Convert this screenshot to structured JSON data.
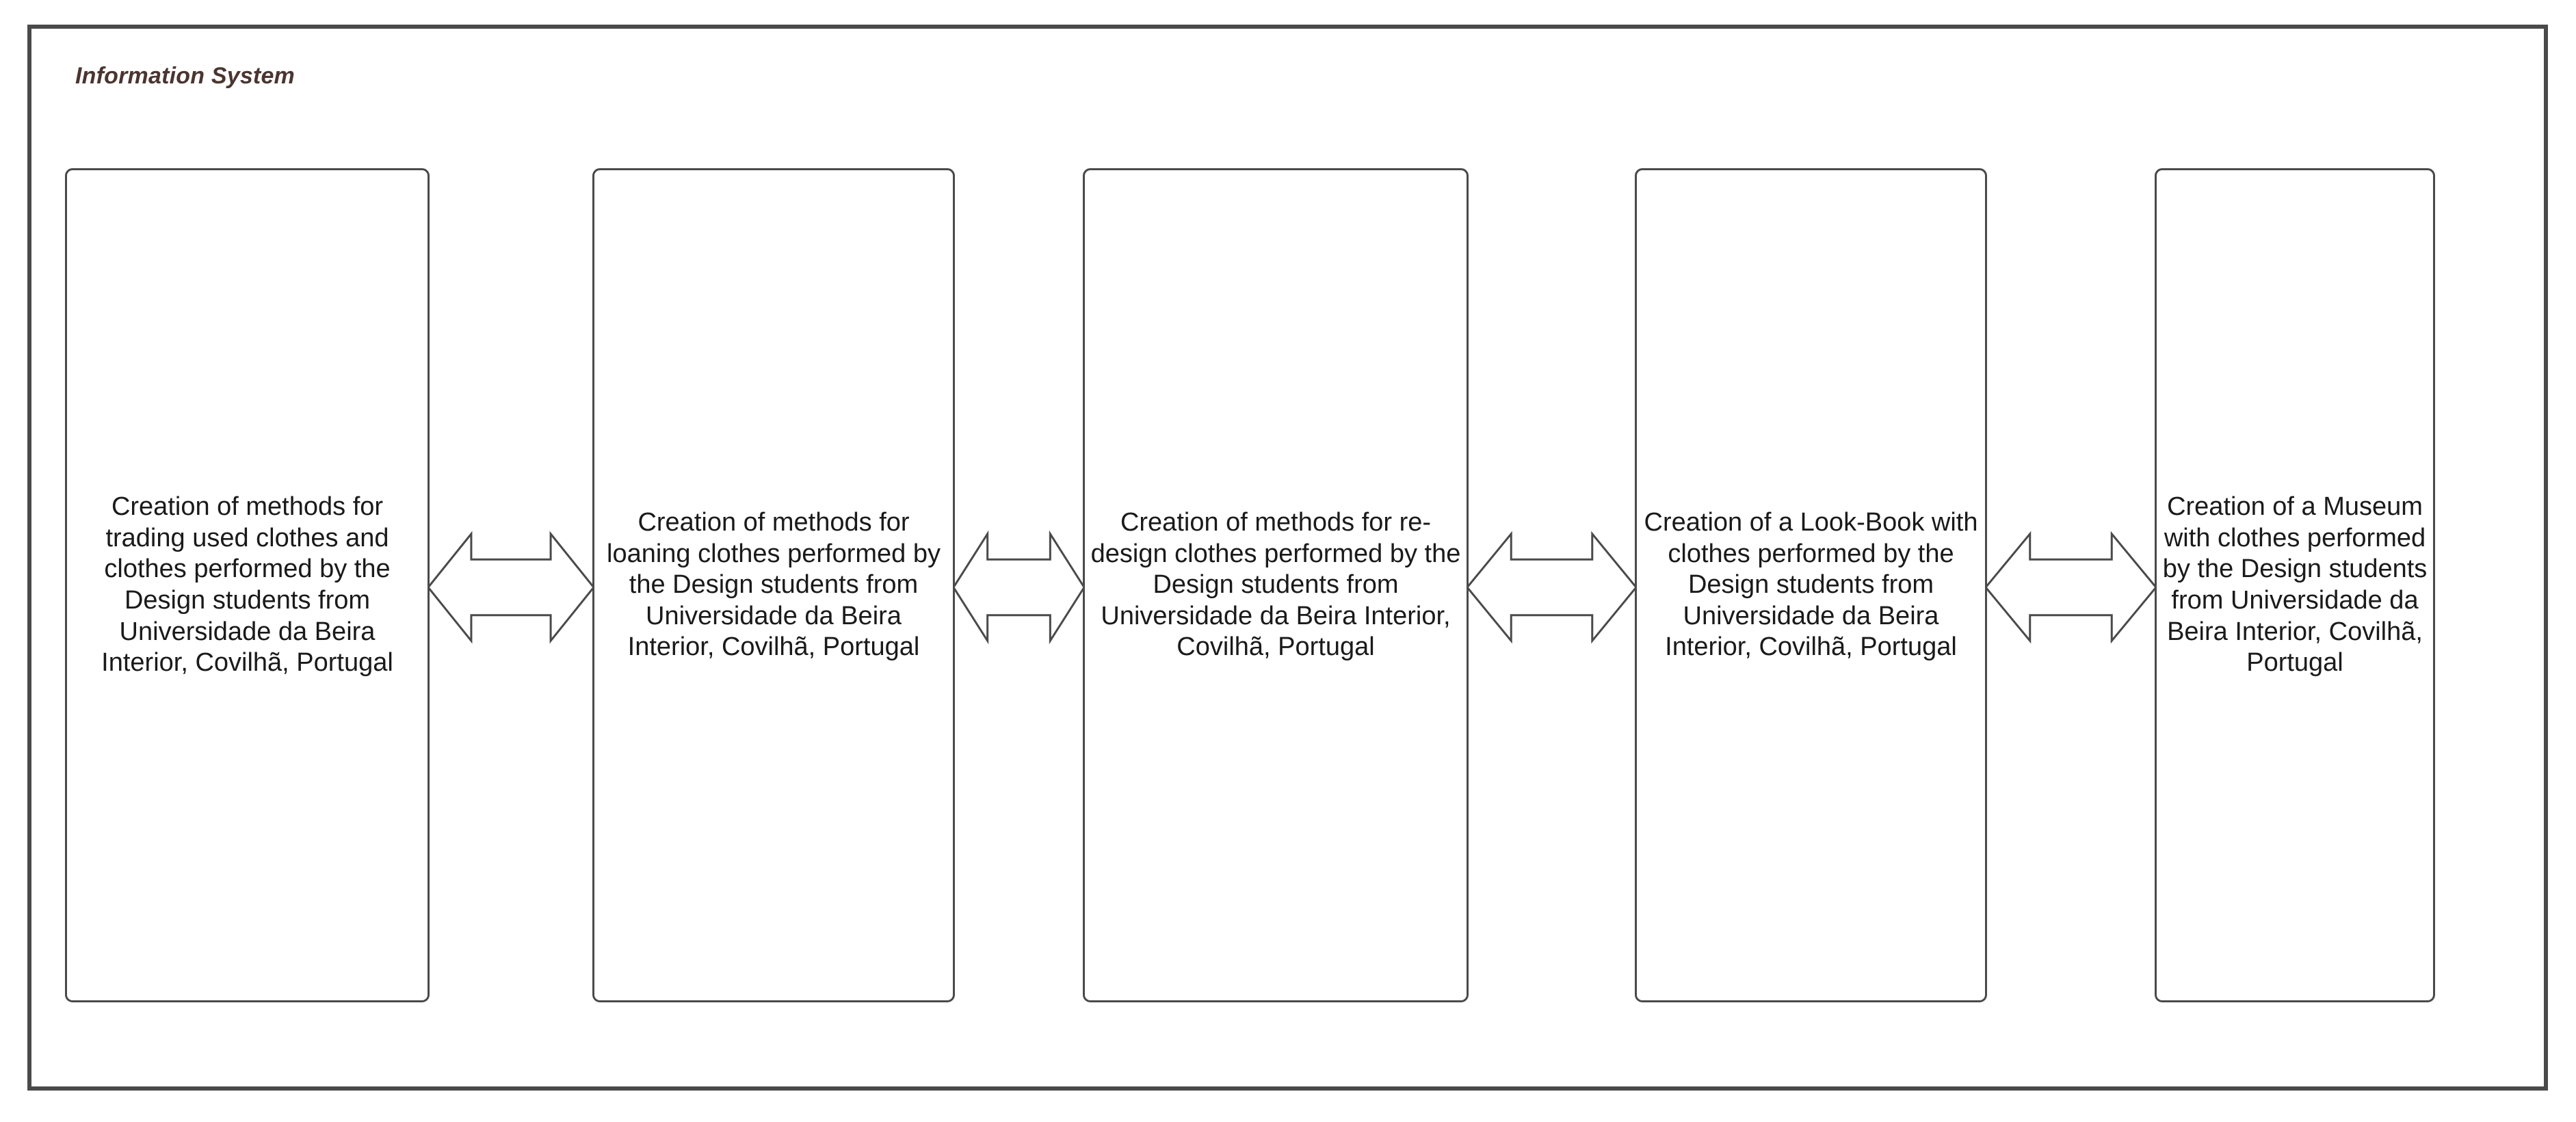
{
  "frame": {
    "title": "Information System"
  },
  "boxes": [
    {
      "id": "trading-used-clothes",
      "text": "Creation of methods for trading used clothes and clothes performed by the Design students from Universidade da Beira Interior, Covilhã, Portugal"
    },
    {
      "id": "loaning-clothes",
      "text": "Creation of methods for loaning clothes performed by the Design students from Universidade da Beira Interior, Covilhã, Portugal"
    },
    {
      "id": "re-design-clothes",
      "text": "Creation of methods for re-design clothes performed by the Design students from Universidade da Beira Interior, Covilhã, Portugal"
    },
    {
      "id": "look-book",
      "text": "Creation of a Look-Book with clothes performed by the Design students from Universidade da Beira Interior, Covilhã, Portugal"
    },
    {
      "id": "museum",
      "text": "Creation of a Museum with clothes performed by the Design students from Universidade da Beira Interior, Covilhã, Portugal"
    }
  ],
  "connectors": [
    {
      "id": "connector-1",
      "type": "double-headed-arrow"
    },
    {
      "id": "connector-2",
      "type": "double-headed-arrow"
    },
    {
      "id": "connector-3",
      "type": "double-headed-arrow"
    },
    {
      "id": "connector-4",
      "type": "double-headed-arrow"
    }
  ],
  "colors": {
    "frame_border": "#4a4a4a",
    "box_border": "#4a4a4a",
    "title_text": "#4a3530",
    "body_text": "#1a1a1a",
    "arrow_stroke": "#4a4a4a",
    "background": "#ffffff"
  }
}
